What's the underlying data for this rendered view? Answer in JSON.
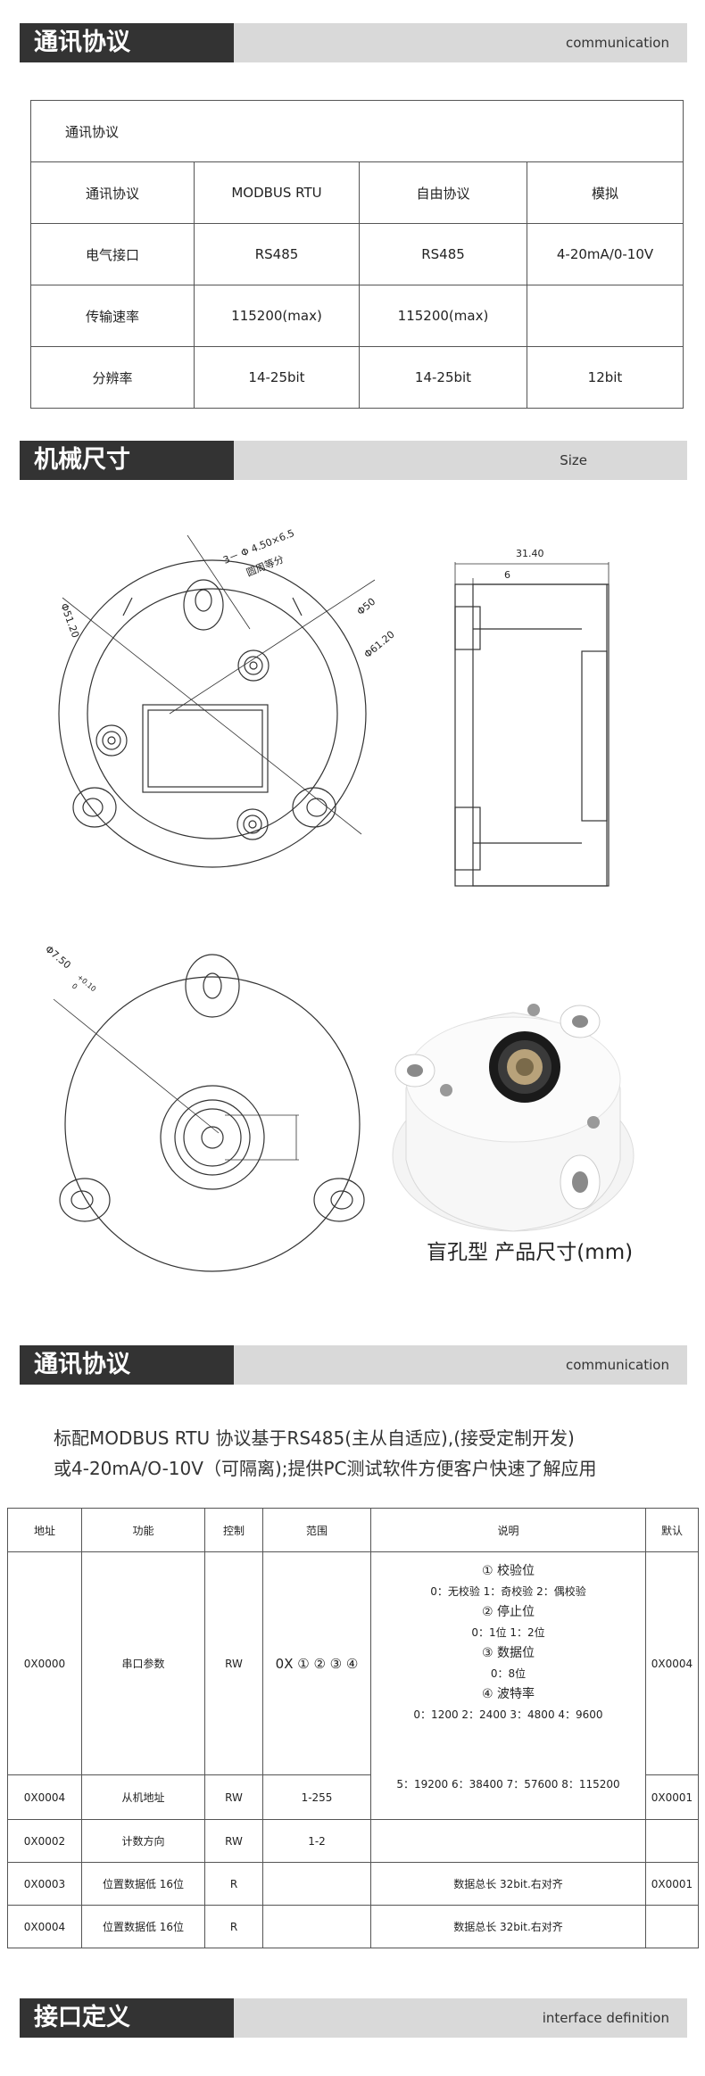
{
  "sections": {
    "comm1": {
      "title": "通讯协议",
      "en": "communication"
    },
    "size": {
      "title": "机械尺寸",
      "en": "Size"
    },
    "comm2": {
      "title": "通讯协议",
      "en": "communication"
    },
    "interface": {
      "title": "接口定义",
      "en": "interface definition"
    }
  },
  "spec_table": {
    "heading": "通讯协议",
    "rows": [
      [
        "通讯协议",
        "MODBUS RTU",
        "自由协议",
        "模拟"
      ],
      [
        "电气接口",
        "RS485",
        "RS485",
        "4-20mA/0-10V"
      ],
      [
        "传输速率",
        "115200(max)",
        "115200(max)",
        ""
      ],
      [
        "分辨率",
        "14-25bit",
        "14-25bit",
        "12bit"
      ]
    ]
  },
  "drawing": {
    "holes_label": "3－ Φ 4.50×6.5",
    "holes_sub": "圆周等分",
    "phi51": "Φ51.20",
    "phi50": "Φ50",
    "phi61": "Φ61.20",
    "width": "31.40",
    "depth": "6",
    "phi7": "Φ7.50",
    "tol_plus": "+0.10",
    "tol_zero": "0",
    "caption": "盲孔型  产品尺寸(mm)"
  },
  "intro": {
    "line1": "标配MODBUS RTU 协议基于RS485(主从自适应),(接受定制开发)",
    "line2": "或4-20mA/O-10V（可隔离);提供PC测试软件方便客户快速了解应用"
  },
  "reg_table": {
    "headers": [
      "地址",
      "功能",
      "控制",
      "范围",
      "说明",
      "默认"
    ],
    "row1": {
      "addr": "0X0000",
      "func": "串口参数",
      "ctrl": "RW",
      "range": "0X ① ② ③ ④",
      "desc": [
        "① 校验位",
        "0：无校验 1：奇校验 2：偶校验",
        "② 停止位",
        "0：1位  1：2位",
        "③ 数据位",
        "0：8位",
        "④ 波特率",
        "0：1200  2：2400   3：4800  4：9600"
      ],
      "default": "0X0004"
    },
    "row2": {
      "addr": "0X0004",
      "func": "从机地址",
      "ctrl": "RW",
      "range": "1-255",
      "desc": "5：19200  6：38400   7：57600  8：115200",
      "default": "0X0001"
    },
    "row3": {
      "addr": "0X0002",
      "func": "计数方向",
      "ctrl": "RW",
      "range": "1-2",
      "desc": "",
      "default": ""
    },
    "row4": {
      "addr": "0X0003",
      "func": "位置数据低 16位",
      "ctrl": "R",
      "range": "",
      "desc": "数据总长 32bit.右对齐",
      "default": "0X0001"
    },
    "row5": {
      "addr": "0X0004",
      "func": "位置数据低 16位",
      "ctrl": "R",
      "range": "",
      "desc": "数据总长 32bit.右对齐",
      "default": ""
    }
  }
}
